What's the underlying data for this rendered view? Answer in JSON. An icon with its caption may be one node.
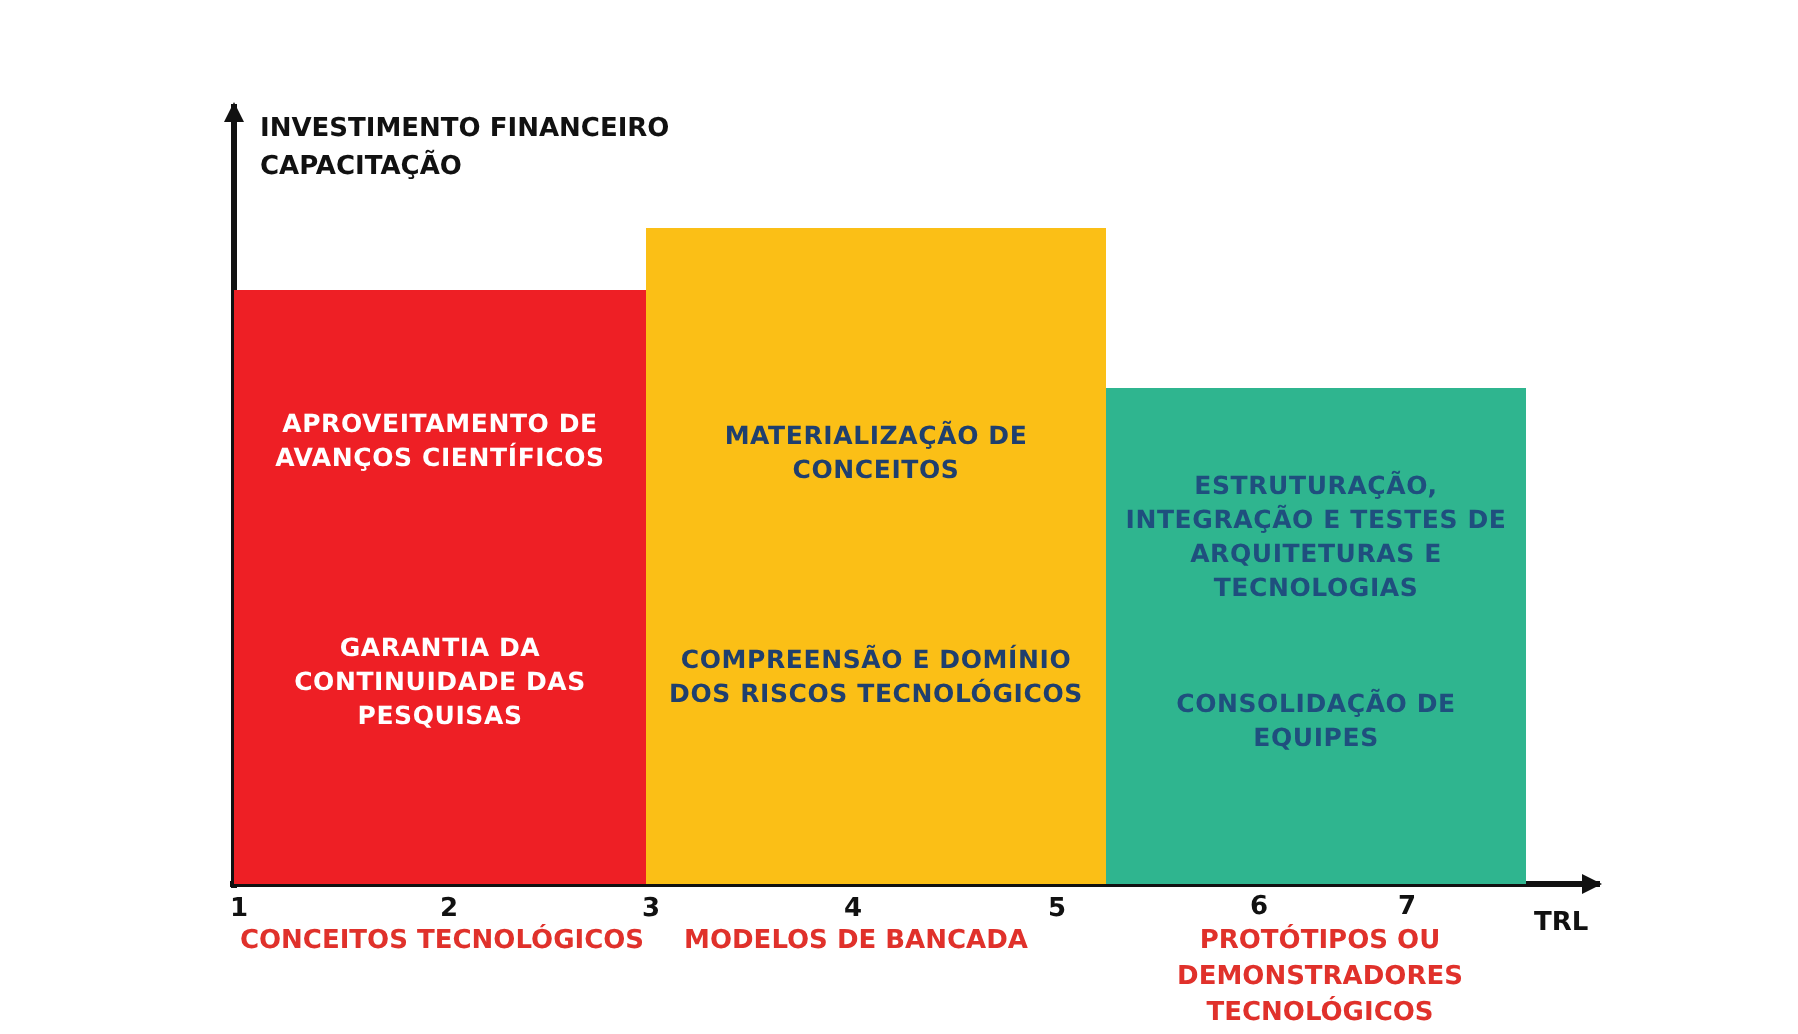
{
  "diagram": {
    "nodes": [
      {
        "text": [
          "APROVEITAMENTO DE AVANÇOS CIENTÍFICOS",
          "GARANTIA DA CONTINUIDADE DAS PESQUISAS"
        ],
        "beside": [
          "CONCEITOS TECNOLÓGICOS"
        ]
      },
      {
        "text": [
          "MATERIALIZAÇÃO DE CONCEITOS",
          "COMPREENSÃO E DOMÍNIO DOS RISCOS TECNOLÓGICOS"
        ],
        "beside": [
          "MODELOS DE BANCADA"
        ]
      },
      {
        "text": [
          "ESTRUTURAÇÃO, INTEGRAÇÃO E TESTES DE ARQUITETURAS E TECNOLOGIAS",
          "CONSOLIDAÇÃO DE EQUIPES"
        ],
        "beside": [
          "PROTÓTIPOS OU DEMONSTRADORES TECNOLÓGICOS"
        ]
      }
    ],
    "labels": [
      "INVESTIMENTO FINANCEIRO",
      "CAPACITAÇÃO",
      "1",
      "2",
      "3",
      "4",
      "5",
      "6",
      "7",
      "TRL"
    ]
  }
}
